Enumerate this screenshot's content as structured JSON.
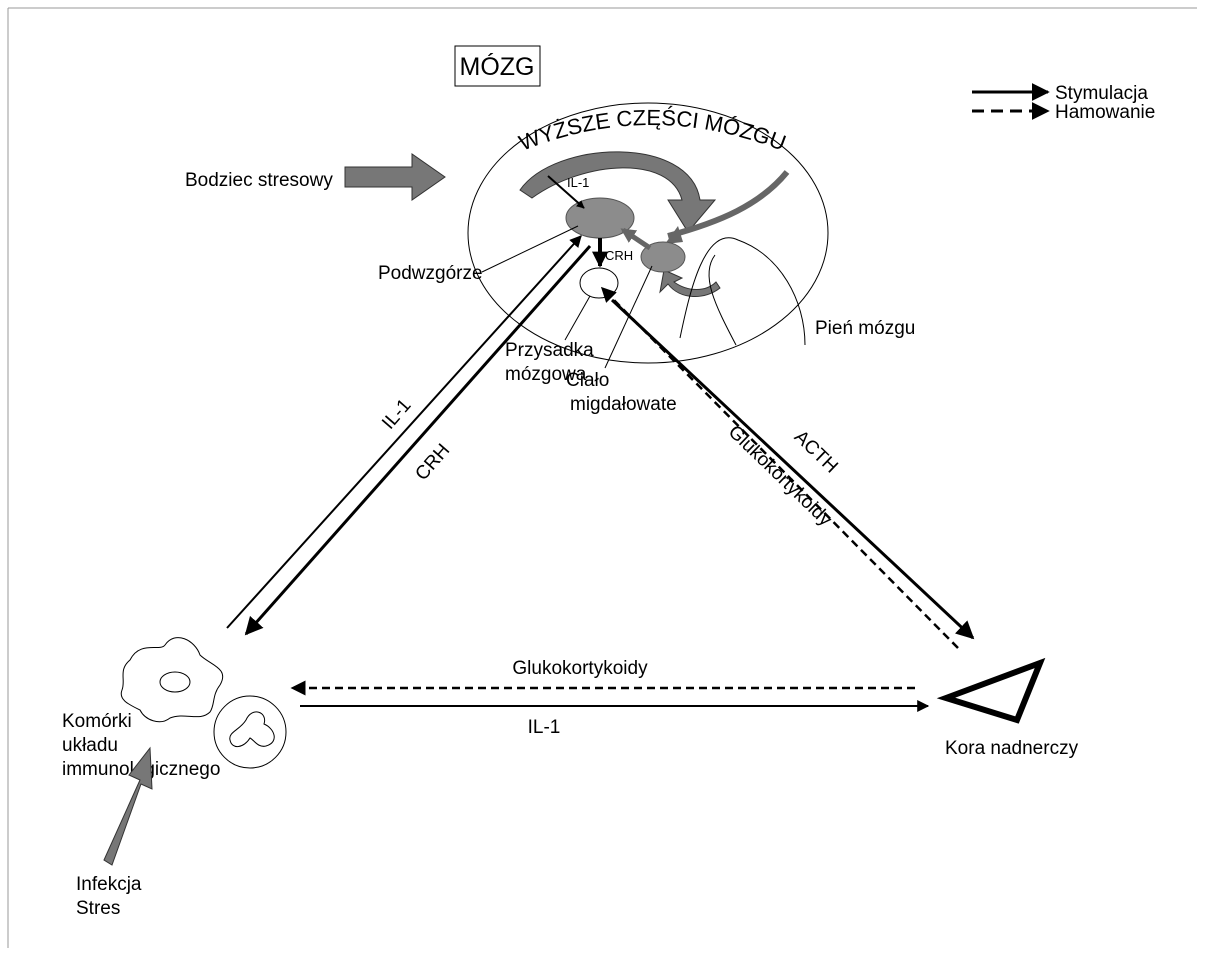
{
  "title": "MÓZG",
  "brain_top": "WYŻSZE CZĘŚCI MÓZGU",
  "legend": {
    "stimulation": "Stymulacja",
    "inhibition": "Hamowanie"
  },
  "labels": {
    "stress_stimulus": "Bodziec stresowy",
    "hypothalamus": "Podwzgórze",
    "pituitary_line1": "Przysadka",
    "pituitary_line2": "mózgowa",
    "amygdala_line1": "Ciało",
    "amygdala_line2": "migdałowate",
    "brainstem": "Pień mózgu",
    "il1_small": "IL-1",
    "crh_small": "CRH",
    "left_il1": "IL-1",
    "left_crh": "CRH",
    "right_acth": "ACTH",
    "right_gluco": "Glukokortykoidy",
    "bottom_gluco": "Glukokortykoidy",
    "bottom_il1": "IL-1",
    "immune_line1": "Komórki",
    "immune_line2": "układu",
    "immune_line3": "immunologicznego",
    "adrenal": "Kora nadnerczy",
    "infection_line1": "Infekcja",
    "infection_line2": "Stres"
  }
}
